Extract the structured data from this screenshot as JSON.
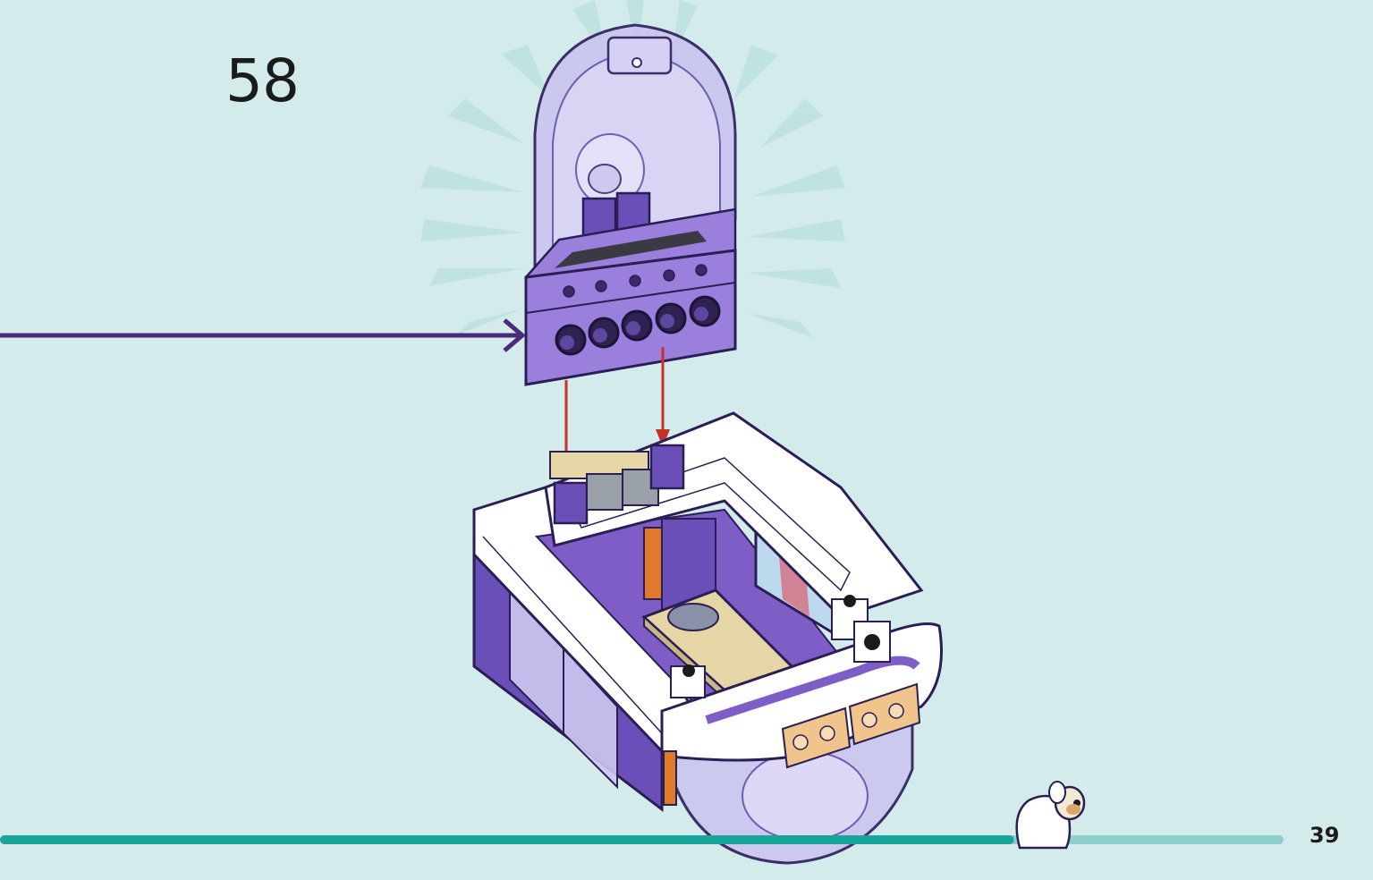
{
  "instructions": {
    "step_number": "58",
    "page_number": "39"
  },
  "colors": {
    "background": "#d3ebea",
    "arrow": "#4a2a7a",
    "progress": "#1aa49a",
    "progress_light": "#8cd0cb",
    "purple": "#7e5ec6",
    "purple_dark": "#5a3f9c",
    "trans_purple": "#c6bff0",
    "white": "#ffffff",
    "tan": "#e6d5a5",
    "orange": "#e07a2a",
    "red": "#c4322a"
  },
  "progress": {
    "fraction": 0.79
  }
}
